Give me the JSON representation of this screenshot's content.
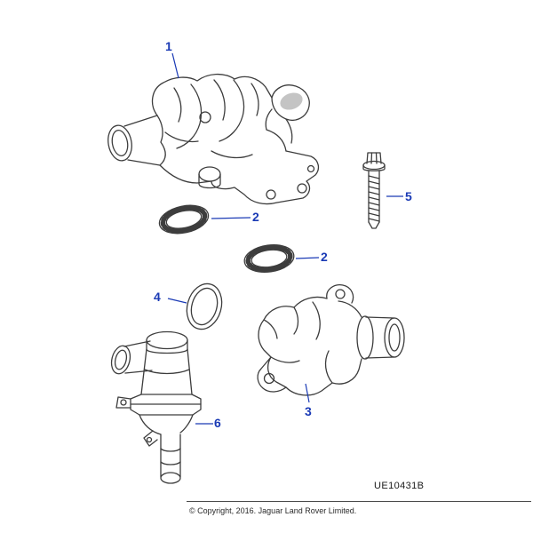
{
  "diagram": {
    "code": "UE10431B",
    "copyright": "© Copyright, 2016. Jaguar Land Rover Limited.",
    "colors": {
      "callout": "#1a3ab5",
      "line_art": "#3d3d3d",
      "background": "#ffffff"
    },
    "callouts": [
      {
        "label": "1"
      },
      {
        "label": "2"
      },
      {
        "label": "2"
      },
      {
        "label": "3"
      },
      {
        "label": "4"
      },
      {
        "label": "5"
      },
      {
        "label": "6"
      }
    ]
  }
}
